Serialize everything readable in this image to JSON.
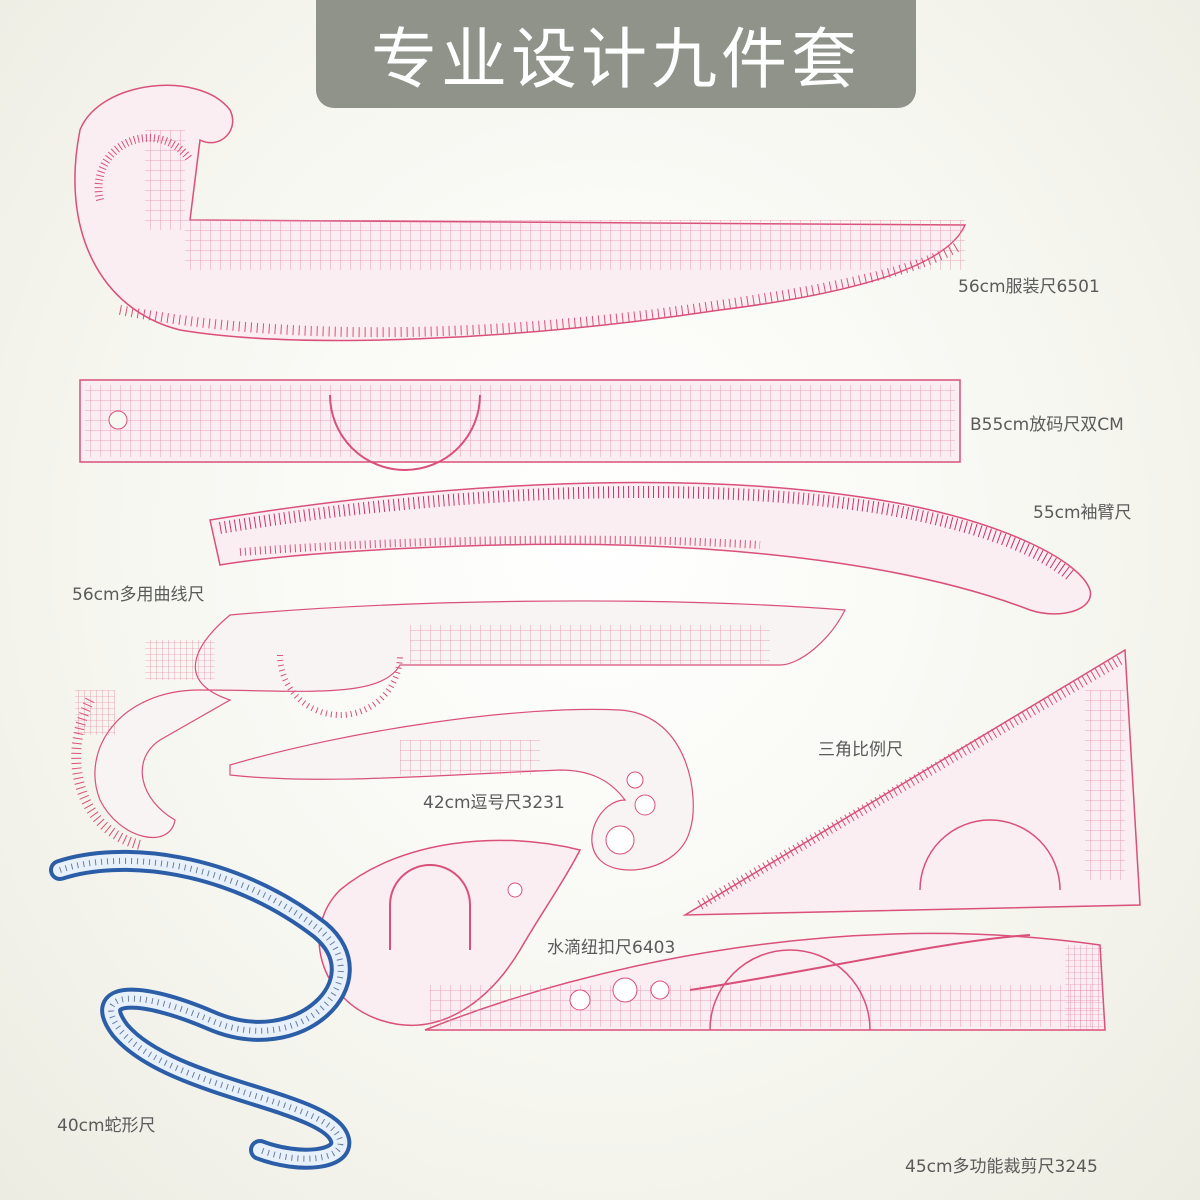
{
  "banner": {
    "title": "专业设计九件套"
  },
  "labels": {
    "fashion_ruler": "56cm服装尺6501",
    "grading_ruler": "B55cm放码尺双CM",
    "sleeve_ruler": "55cm袖臂尺",
    "multi_curve": "56cm多用曲线尺",
    "triangle": "三角比例尺",
    "comma_ruler": "42cm逗号尺3231",
    "teardrop": "水滴纽扣尺6403",
    "snake": "40cm蛇形尺",
    "cutting_ruler": "45cm多功能裁剪尺3245"
  },
  "colors": {
    "ruler_pink": "#d9507a",
    "ruler_fill": "#fbeef2",
    "snake_blue": "#2c5ea8"
  }
}
